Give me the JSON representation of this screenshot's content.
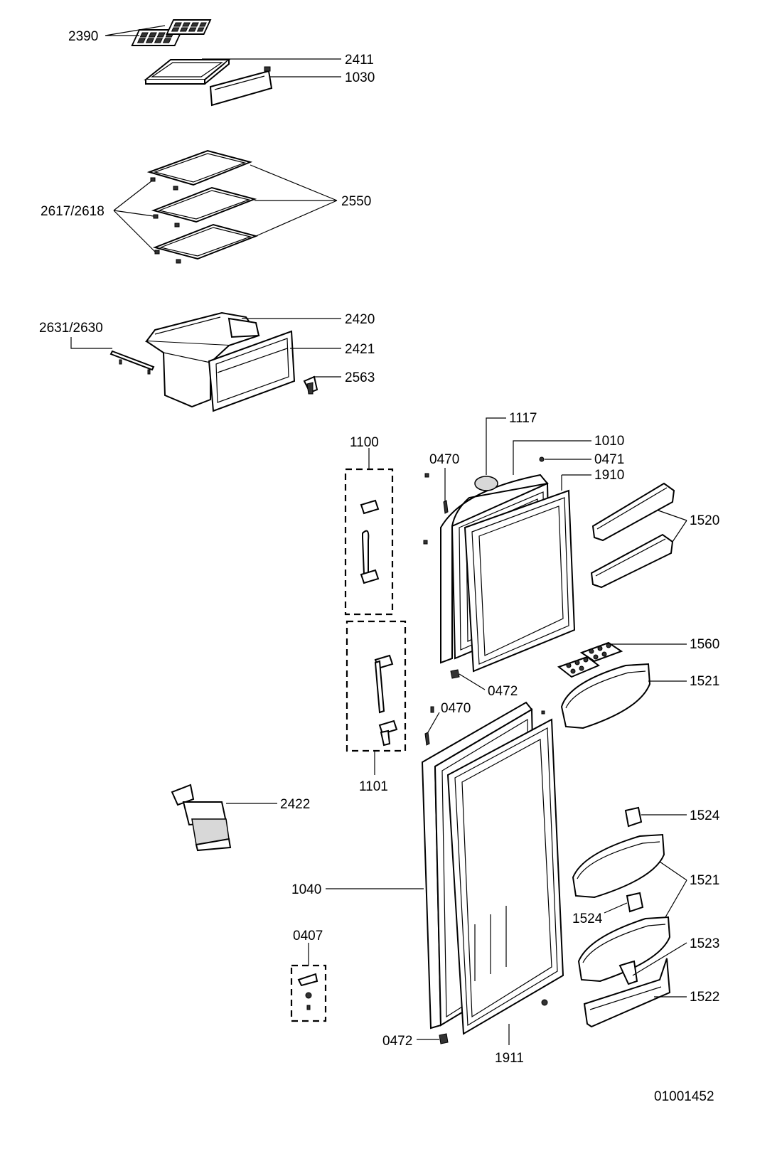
{
  "diagram_id": "01001452",
  "labels": {
    "ice_trays": "2390",
    "freezer_shelf": "2411",
    "freezer_flap": "1030",
    "shelf_holders": "2617/2618",
    "glass_shelves": "2550",
    "crisper_rail": "2631/2630",
    "crisper_box": "2420",
    "crisper_cover": "2421",
    "crisper_clip": "2563",
    "freezer_handle_kit": "1100",
    "fridge_handle_kit": "1101",
    "door_top_insert": "1117",
    "freezer_door": "1010",
    "plug_0471": "0471",
    "freezer_gasket": "1910",
    "hinge_pin_upper": "0470",
    "hinge_pin_lower": "0470",
    "freezer_door_shelves": "1520",
    "egg_trays": "1560",
    "bottle_shelf_upper": "1521",
    "bottle_shelf_lower": "1521",
    "bushing_upper": "0472",
    "bushing_lower": "0472",
    "lamp_cover": "2422",
    "fridge_door": "1040",
    "hinge_kit": "0407",
    "door_stop_upper": "1524",
    "door_stop_lower": "1524",
    "bottle_retainer": "1523",
    "bottle_rack": "1522",
    "fridge_gasket": "1911"
  }
}
